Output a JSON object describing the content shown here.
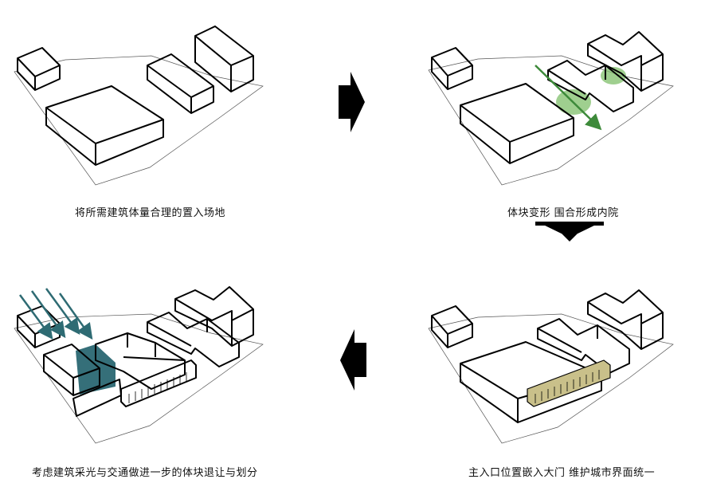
{
  "steps": [
    {
      "caption": "将所需建筑体量合理的置入场地"
    },
    {
      "caption": "体块变形  围合形成内院"
    },
    {
      "caption": "主入口位置嵌入大门  维护城市界面统一"
    },
    {
      "caption": "考虑建筑采光与交通做进一步的体块退让与划分"
    }
  ],
  "colors": {
    "greenery": "#7fbf6a",
    "green_arrow": "#3d8a3a",
    "gate": "#c9c08a",
    "light_arrow": "#2e6b73",
    "shadow_plane": "#1f5f6a",
    "flow_arrow": "#000000"
  },
  "icons": [
    "arrow-right-icon",
    "arrow-down-icon",
    "arrow-left-icon"
  ]
}
